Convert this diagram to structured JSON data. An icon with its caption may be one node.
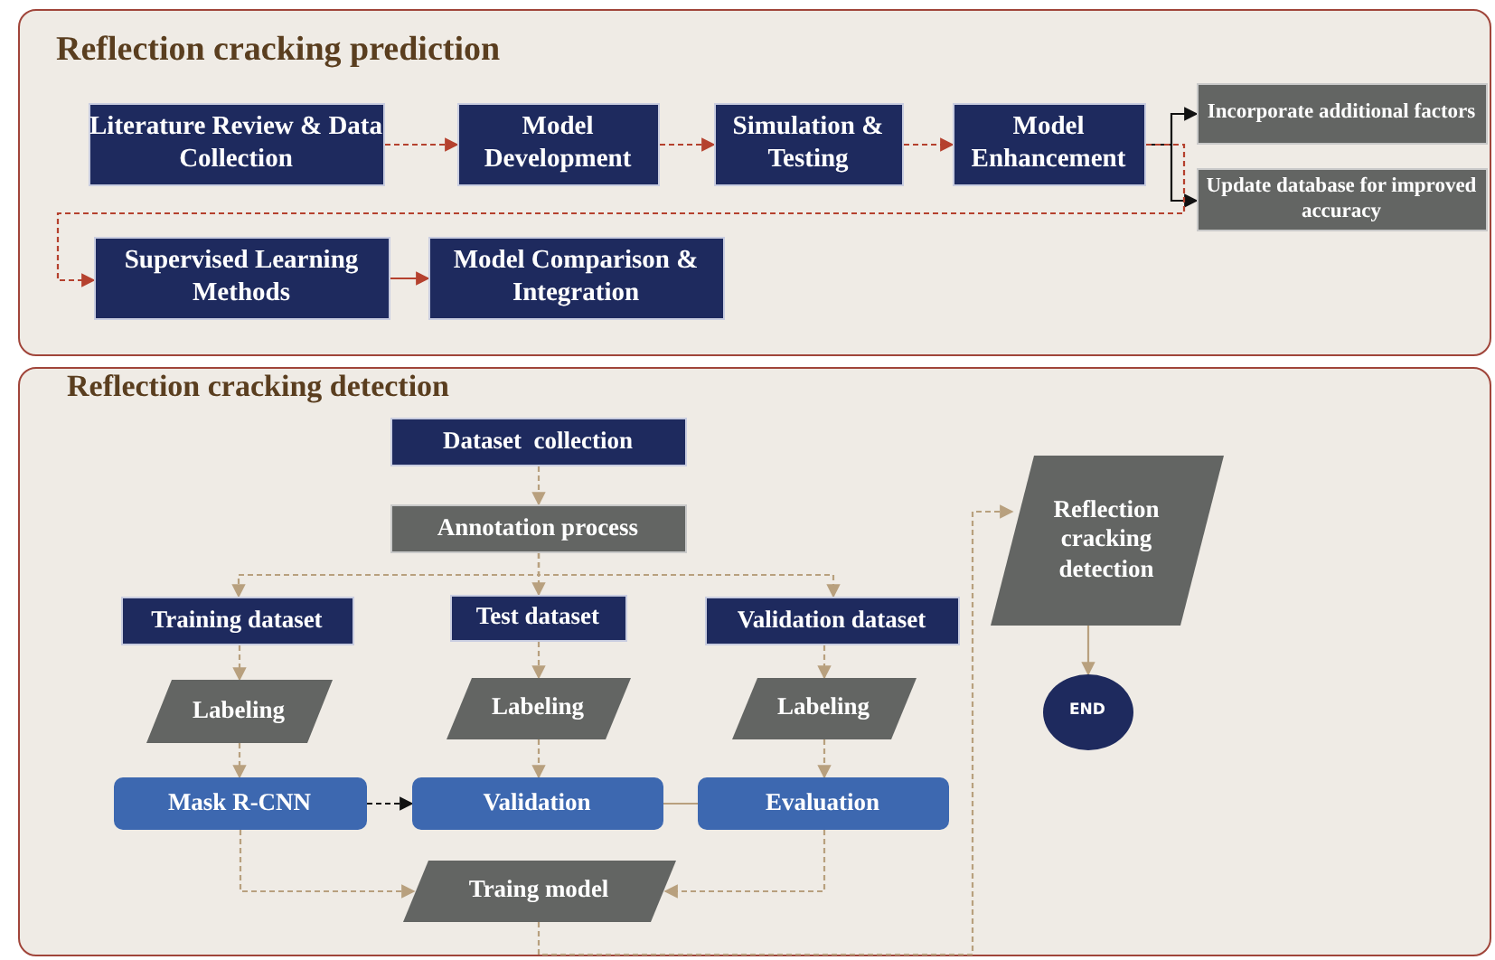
{
  "diagram": {
    "nodes": [
      {
        "text": [
          "Reflection cracking prediction"
        ]
      },
      {
        "text": [
          "Literature Review & Data Collection"
        ],
        "in": 0
      },
      {
        "text": [
          "Model Development"
        ],
        "in": 0
      },
      {
        "text": [
          "Simulation & Testing"
        ],
        "in": 0
      },
      {
        "text": [
          "Model Enhancement"
        ],
        "in": 0
      },
      {
        "text": [
          "Incorporate additional factors"
        ],
        "in": 0
      },
      {
        "text": [
          "Update database for improved accuracy"
        ],
        "in": 0
      },
      {
        "text": [
          "Supervised Learning Methods"
        ],
        "in": 0
      },
      {
        "text": [
          "Model Comparison & Integration"
        ],
        "in": 0
      },
      {
        "text": [
          "Reflection cracking detection"
        ]
      },
      {
        "text": [
          "Dataset  collection"
        ],
        "in": 9
      },
      {
        "text": [
          "Annotation process"
        ],
        "in": 9
      },
      {
        "text": [
          "Training dataset"
        ],
        "in": 9
      },
      {
        "text": [
          "Test dataset"
        ],
        "in": 9
      },
      {
        "text": [
          "Validation dataset"
        ],
        "in": 9
      },
      {
        "text": [
          "Labeling"
        ],
        "in": 9
      },
      {
        "text": [
          "Labeling"
        ],
        "in": 9
      },
      {
        "text": [
          "Labeling"
        ],
        "in": 9
      },
      {
        "text": [
          "Mask R-CNN"
        ],
        "in": 9
      },
      {
        "text": [
          "Validation"
        ],
        "in": 9
      },
      {
        "text": [
          "Evaluation"
        ],
        "in": 9
      },
      {
        "text": [
          "Traing model"
        ],
        "in": 9
      },
      {
        "text": [
          "Reflection cracking detection"
        ],
        "in": 9
      },
      {
        "text": [
          "END"
        ],
        "in": 9
      }
    ],
    "edges": [
      {
        "from": 1,
        "to": 2,
        "arrow": "to",
        "style": "dashed",
        "color": "#b5412e"
      },
      {
        "from": 2,
        "to": 3,
        "arrow": "to",
        "style": "dashed",
        "color": "#b5412e"
      },
      {
        "from": 3,
        "to": 4,
        "arrow": "to",
        "style": "dashed",
        "color": "#b5412e"
      },
      {
        "from": 4,
        "to": 5,
        "arrow": "to",
        "color": "#111111"
      },
      {
        "from": 4,
        "to": 6,
        "arrow": "to",
        "color": "#111111"
      },
      {
        "from": 4,
        "to": 7,
        "arrow": "to",
        "style": "dashed",
        "color": "#b5412e"
      },
      {
        "from": 7,
        "to": 8,
        "arrow": "to",
        "color": "#b5412e"
      },
      {
        "from": 10,
        "to": 11,
        "arrow": "to",
        "style": "dashed"
      },
      {
        "from": 11,
        "to": 12,
        "arrow": "to",
        "style": "dashed"
      },
      {
        "from": 11,
        "to": 13,
        "arrow": "to",
        "style": "dashed"
      },
      {
        "from": 11,
        "to": 14,
        "arrow": "to",
        "style": "dashed"
      },
      {
        "from": 12,
        "to": 15,
        "arrow": "to",
        "style": "dashed"
      },
      {
        "from": 13,
        "to": 16,
        "arrow": "to",
        "style": "dashed"
      },
      {
        "from": 14,
        "to": 17,
        "arrow": "to",
        "style": "dashed"
      },
      {
        "from": 15,
        "to": 18,
        "arrow": "to",
        "style": "dashed"
      },
      {
        "from": 16,
        "to": 19,
        "arrow": "to",
        "style": "dashed"
      },
      {
        "from": 17,
        "to": 20,
        "arrow": "to",
        "style": "dashed"
      },
      {
        "from": 18,
        "to": 19,
        "arrow": "to",
        "style": "dashed",
        "color": "#111111"
      },
      {
        "from": 19,
        "to": 20,
        "arrow": "none"
      },
      {
        "from": 18,
        "to": 21,
        "arrow": "to",
        "style": "dashed"
      },
      {
        "from": 20,
        "to": 21,
        "arrow": "to",
        "style": "dashed"
      },
      {
        "from": 21,
        "to": 22,
        "arrow": "to",
        "style": "dashed"
      },
      {
        "from": 22,
        "to": 23,
        "arrow": "to"
      }
    ]
  }
}
